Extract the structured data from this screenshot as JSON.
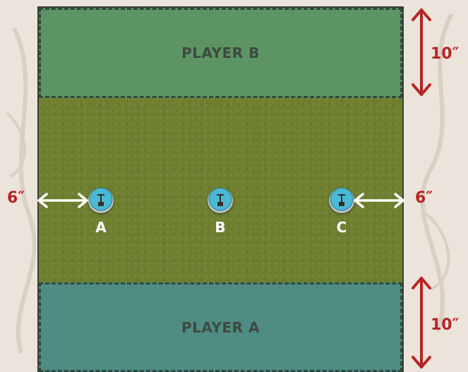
{
  "zones": {
    "top_label": "PLAYER B",
    "bottom_label": "PLAYER A"
  },
  "objectives": [
    {
      "label": "A"
    },
    {
      "label": "B"
    },
    {
      "label": "C"
    }
  ],
  "measurements": {
    "top_zone_depth": "10″",
    "bottom_zone_depth": "10″",
    "left_edge_distance": "6″",
    "right_edge_distance": "6″"
  },
  "colors": {
    "measure_arrow": "#b52524",
    "edge_arrow": "#ffffff",
    "player_b_zone": "#5d9463",
    "player_a_zone": "#4f8c83",
    "midfield": "#6e7f2f"
  },
  "icons": {
    "objective": "objective-marker-icon"
  }
}
